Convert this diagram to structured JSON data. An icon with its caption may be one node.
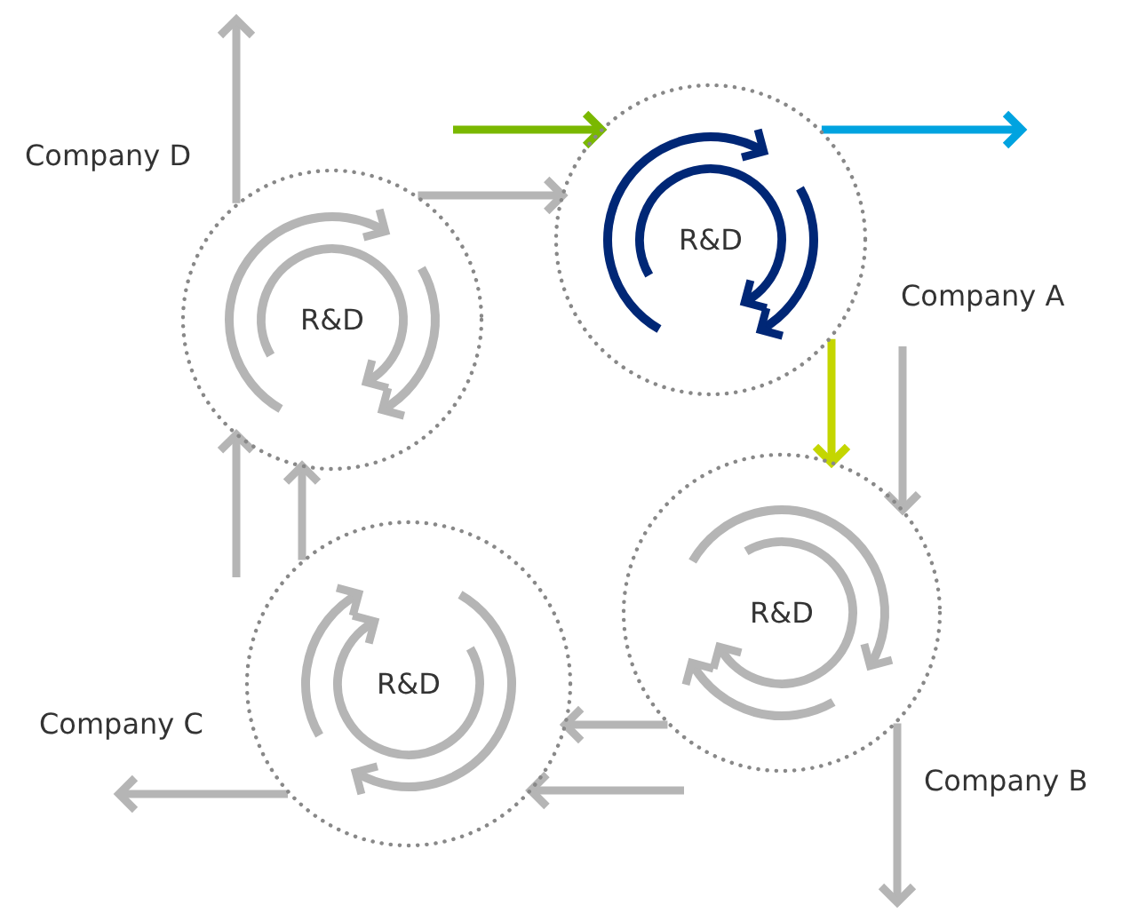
{
  "diagram": {
    "nodes": [
      {
        "text": [
          "R&D"
        ],
        "beside": [
          "Company D"
        ]
      },
      {
        "text": [
          "R&D"
        ],
        "beside": [
          "Company A"
        ]
      },
      {
        "text": [
          "R&D"
        ],
        "beside": [
          "Company C"
        ]
      },
      {
        "text": [
          "R&D"
        ],
        "beside": [
          "Company B"
        ]
      }
    ],
    "edges": [
      {
        "from": null,
        "to": 1,
        "arrow": "to",
        "color": "#7ab800"
      },
      {
        "from": 1,
        "to": null,
        "arrow": "to",
        "color": "#00a3e0"
      },
      {
        "from": 0,
        "to": 1,
        "arrow": "to"
      },
      {
        "from": 1,
        "to": 3,
        "arrow": "to",
        "color": "#c4d600"
      },
      {
        "from": null,
        "to": 3,
        "arrow": "to"
      },
      {
        "from": 3,
        "to": null,
        "arrow": "to"
      },
      {
        "from": 3,
        "to": 2,
        "arrow": "to"
      },
      {
        "from": null,
        "to": 2,
        "arrow": "to"
      },
      {
        "from": 2,
        "to": null,
        "arrow": "to"
      },
      {
        "from": 2,
        "to": 0,
        "arrow": "to"
      },
      {
        "from": null,
        "to": 0,
        "arrow": "to"
      },
      {
        "from": 0,
        "to": null,
        "arrow": "to"
      }
    ]
  }
}
